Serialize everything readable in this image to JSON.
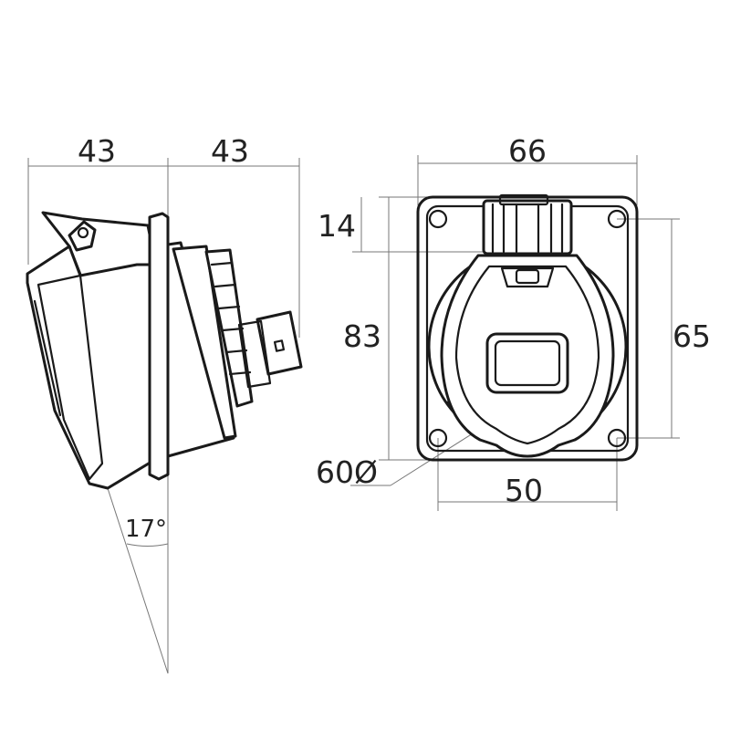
{
  "side_view": {
    "depth_front_label": "43",
    "depth_rear_label": "43",
    "angle_label": "17°"
  },
  "front_view": {
    "width_label": "66",
    "height_label": "83",
    "hole_spacing_vertical_label": "65",
    "hole_spacing_horizontal_label": "50",
    "lid_offset_label": "14",
    "cutout_diameter_label": "60Ø"
  },
  "colors": {
    "line": "#1a1a1a",
    "dimension_line": "#777777",
    "background": "#ffffff"
  }
}
